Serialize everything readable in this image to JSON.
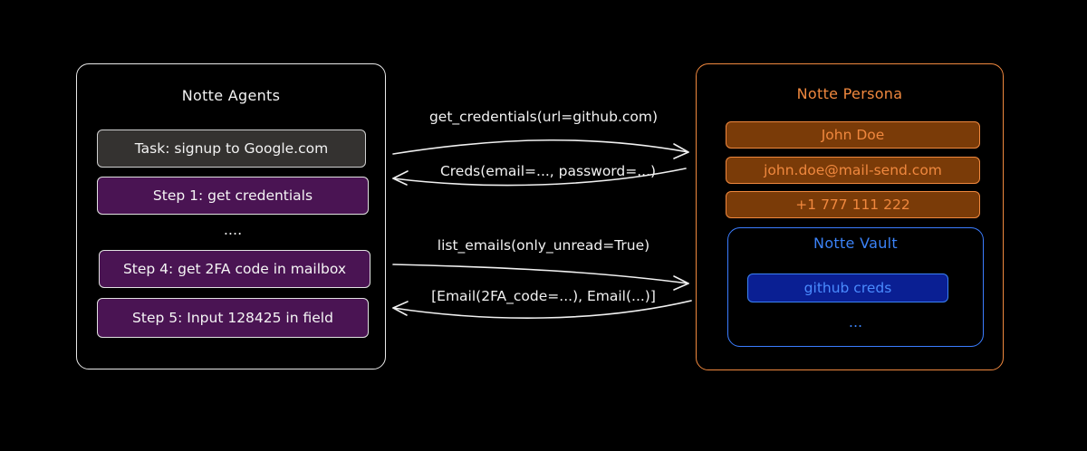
{
  "agents": {
    "title": "Notte Agents",
    "task": "Task: signup to Google.com",
    "step1": "Step 1: get credentials",
    "ellipsis": "....",
    "step4": "Step 4: get 2FA code in mailbox",
    "step5": "Step 5: Input 128425 in field"
  },
  "persona": {
    "title": "Notte Persona",
    "name": "John Doe",
    "email": "john.doe@mail-send.com",
    "phone": "+1 777 111 222",
    "vault": {
      "title": "Notte Vault",
      "item": "github creds",
      "ellipsis": "..."
    }
  },
  "messages": {
    "get_credentials": "get_credentials(url=github.com)",
    "creds_response": "Creds(email=..., password=...)",
    "list_emails": "list_emails(only_unread=True)",
    "emails_response": "[Email(2FA_code=...), Email(...)]"
  },
  "colors": {
    "agents_border": "#e8e8e8",
    "persona_orange": "#f0883e",
    "vault_blue": "#3b82f6",
    "step_purple": "#4a1453"
  }
}
